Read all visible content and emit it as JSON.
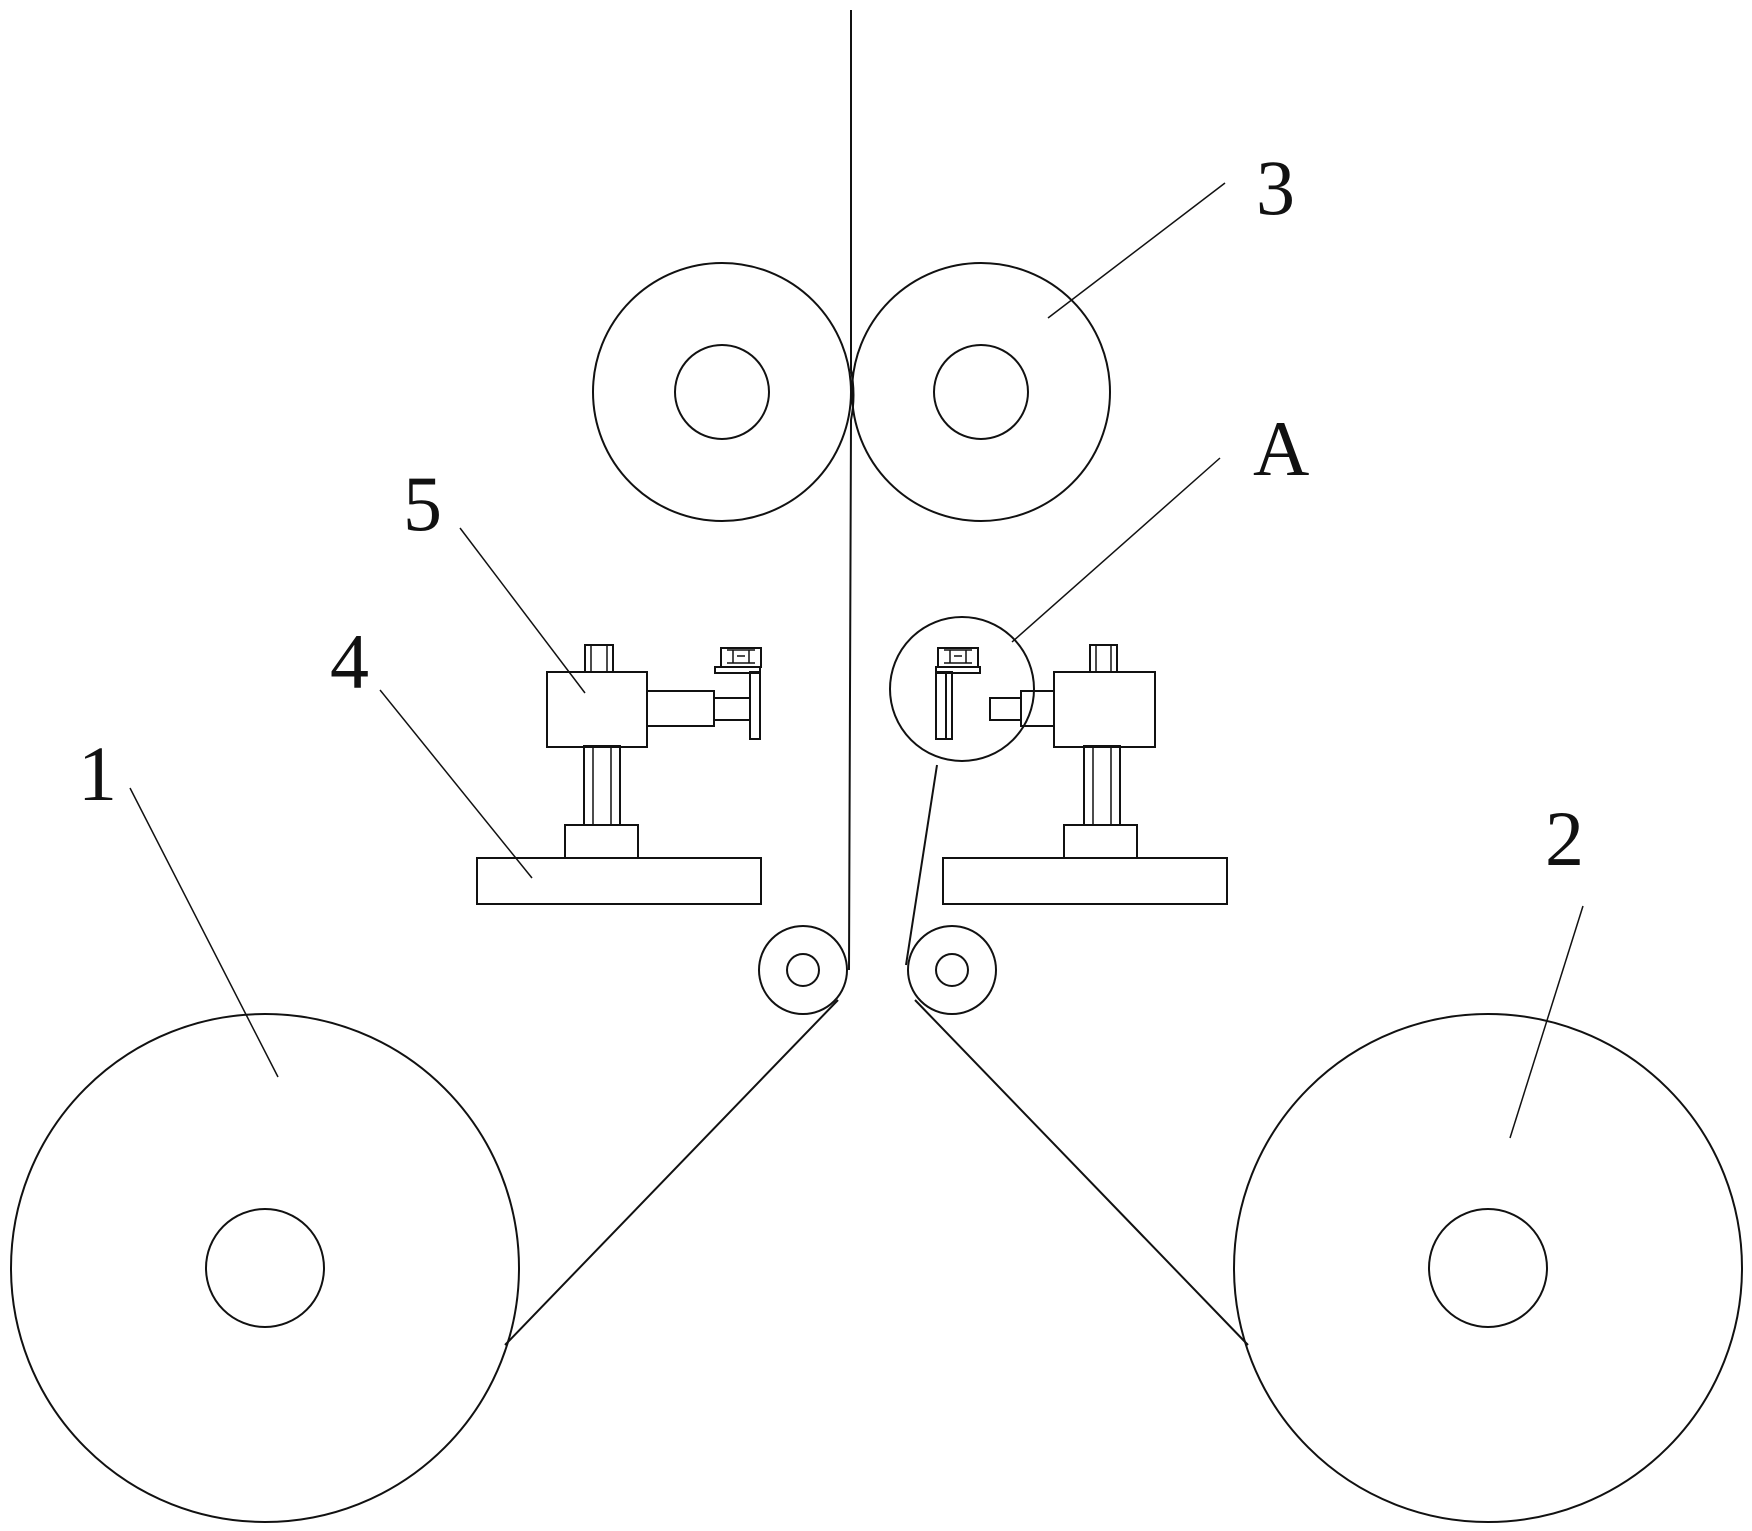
{
  "labels": {
    "roll_1": "1",
    "roll_2": "2",
    "roll_3": "3",
    "base_4": "4",
    "device_5": "5",
    "detail_a": "A"
  },
  "colors": {
    "line": "#111111",
    "background": "#ffffff"
  }
}
